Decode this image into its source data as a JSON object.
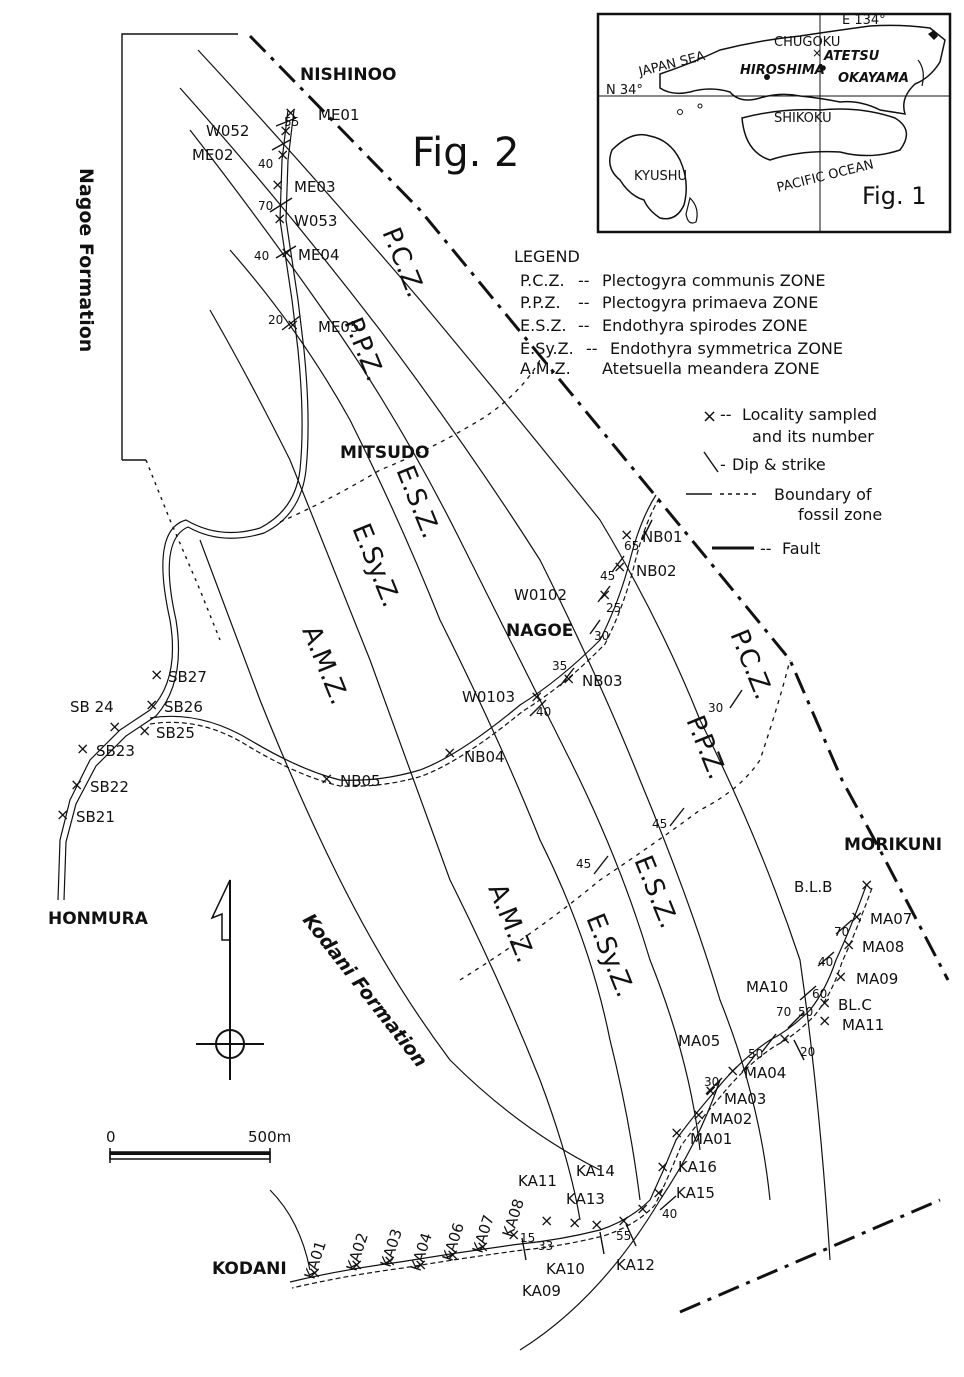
{
  "figure_titles": {
    "main": "Fig. 2",
    "inset": "Fig. 1"
  },
  "inset": {
    "labels": {
      "e134": "E 134°",
      "n34": "N 34°",
      "japan_sea": "JAPAN SEA",
      "chugoku": "CHUGOKU",
      "atetsu": "ATETSU",
      "hiroshima": "HIROSHIMA",
      "okayama": "OKAYAMA",
      "shikoku": "SHIKOKU",
      "kyushu": "KYUSHU",
      "pacific": "PACIFIC OCEAN"
    }
  },
  "legend": {
    "title": "LEGEND",
    "zones": [
      {
        "abbr": "P.C.Z.",
        "name": "Plectogyra communis ZONE"
      },
      {
        "abbr": "P.P.Z.",
        "name": "Plectogyra primaeva ZONE"
      },
      {
        "abbr": "E.S.Z.",
        "name": "Endothyra spirodes ZONE"
      },
      {
        "abbr": "E.Sy.Z.",
        "name": "Endothyra symmetrica ZONE"
      },
      {
        "abbr": "A.M.Z.",
        "name": "Atetsuella meandera ZONE"
      }
    ],
    "symbols": {
      "locality_1": "Locality sampled",
      "locality_2": "and its number",
      "dip": "Dip & strike",
      "boundary_1": "Boundary of",
      "boundary_2": "fossil zone",
      "fault": "Fault"
    }
  },
  "places": {
    "nishinoo": "NISHINOO",
    "mitsudo": "MITSUDO",
    "nagoe": "NAGOE",
    "honmura": "HONMURA",
    "morikuni": "MORIKUNI",
    "kodani": "KODANI"
  },
  "formations": {
    "nagoe": "Nagoe Formation",
    "kodani": "Kodani Formation"
  },
  "zone_labels": {
    "pcz": "P.C.Z.",
    "ppz": "P.P.Z.",
    "esz": "E.S.Z.",
    "esyz": "E.Sy.Z.",
    "amz": "A.M.Z."
  },
  "scale": {
    "zero": "0",
    "distance": "500m"
  },
  "localities": {
    "ME01": "ME01",
    "W052": "W052",
    "ME02": "ME02",
    "ME03": "ME03",
    "W053": "W053",
    "ME04": "ME04",
    "ME05": "ME05",
    "NB01": "NB01",
    "NB02": "NB02",
    "W0102": "W0102",
    "NB03": "NB03",
    "W0103": "W0103",
    "NB04": "NB04",
    "NB05": "NB05",
    "SB27": "SB27",
    "SB24": "SB 24",
    "SB26": "SB26",
    "SB25": "SB25",
    "SB23": "SB23",
    "SB22": "SB22",
    "SB21": "SB21",
    "BLB": "B.L.B",
    "MA07": "MA07",
    "MA08": "MA08",
    "MA09": "MA09",
    "MA10": "MA10",
    "BLC": "BL.C",
    "MA11": "MA11",
    "MA05": "MA05",
    "MA04": "MA04",
    "MA03": "MA03",
    "MA02": "MA02",
    "MA01": "MA01",
    "KA16": "KA16",
    "KA15": "KA15",
    "KA14": "KA14",
    "KA13": "KA13",
    "KA12": "KA12",
    "KA11": "KA11",
    "KA10": "KA10",
    "KA09": "KA09",
    "KA08": "KA08",
    "KA07": "KA07",
    "KA06": "KA06",
    "KA04": "KA04",
    "KA03": "KA03",
    "KA02": "KA02",
    "KA01": "KA01"
  },
  "dips": [
    "55",
    "40",
    "70",
    "40",
    "20",
    "65",
    "45",
    "25",
    "30",
    "35",
    "40",
    "30",
    "45",
    "45",
    "70",
    "40",
    "60",
    "70",
    "50",
    "50",
    "20",
    "30",
    "40",
    "55",
    "33",
    "15"
  ]
}
